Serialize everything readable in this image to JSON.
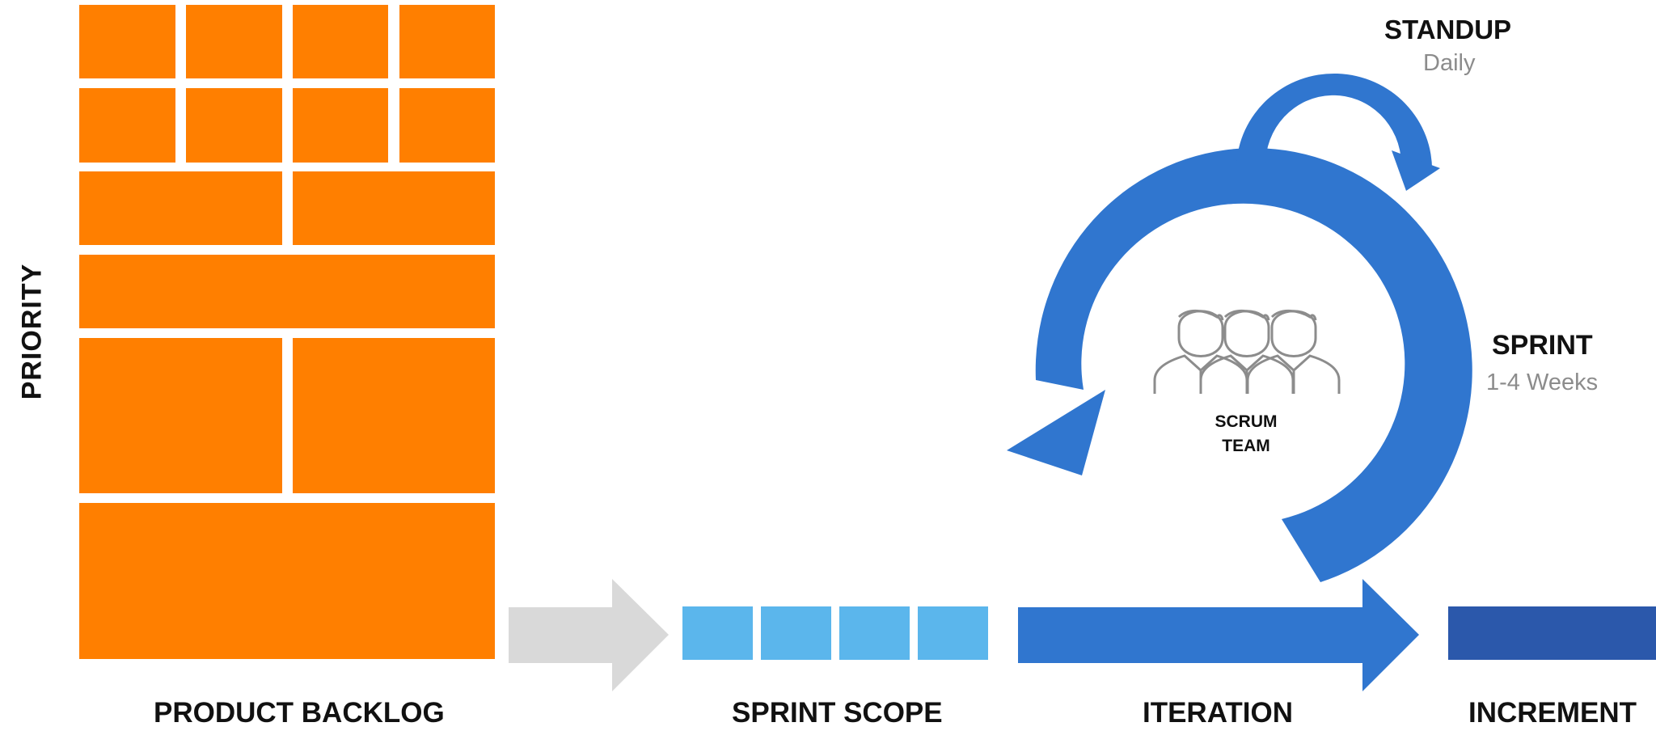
{
  "labels": {
    "priority": "PRIORITY",
    "product_backlog": "PRODUCT BACKLOG",
    "sprint_scope": "SPRINT SCOPE",
    "iteration": "ITERATION",
    "increment": "INCREMENT",
    "standup": "STANDUP",
    "standup_freq": "Daily",
    "sprint": "SPRINT",
    "sprint_duration": "1-4 Weeks",
    "team_line1": "SCRUM",
    "team_line2": "TEAM"
  },
  "colors": {
    "backlog": "#ff7f00",
    "scope": "#5bb6ec",
    "cycle": "#3076cf",
    "increment": "#2b58ab",
    "transfer_arrow": "#d9d9d9",
    "team_icon": "#8c8c8c"
  },
  "icons": [
    "backlog-arrow-icon",
    "iteration-arrow-icon",
    "sprint-cycle-icon",
    "standup-loop-icon",
    "scrum-team-icon"
  ]
}
